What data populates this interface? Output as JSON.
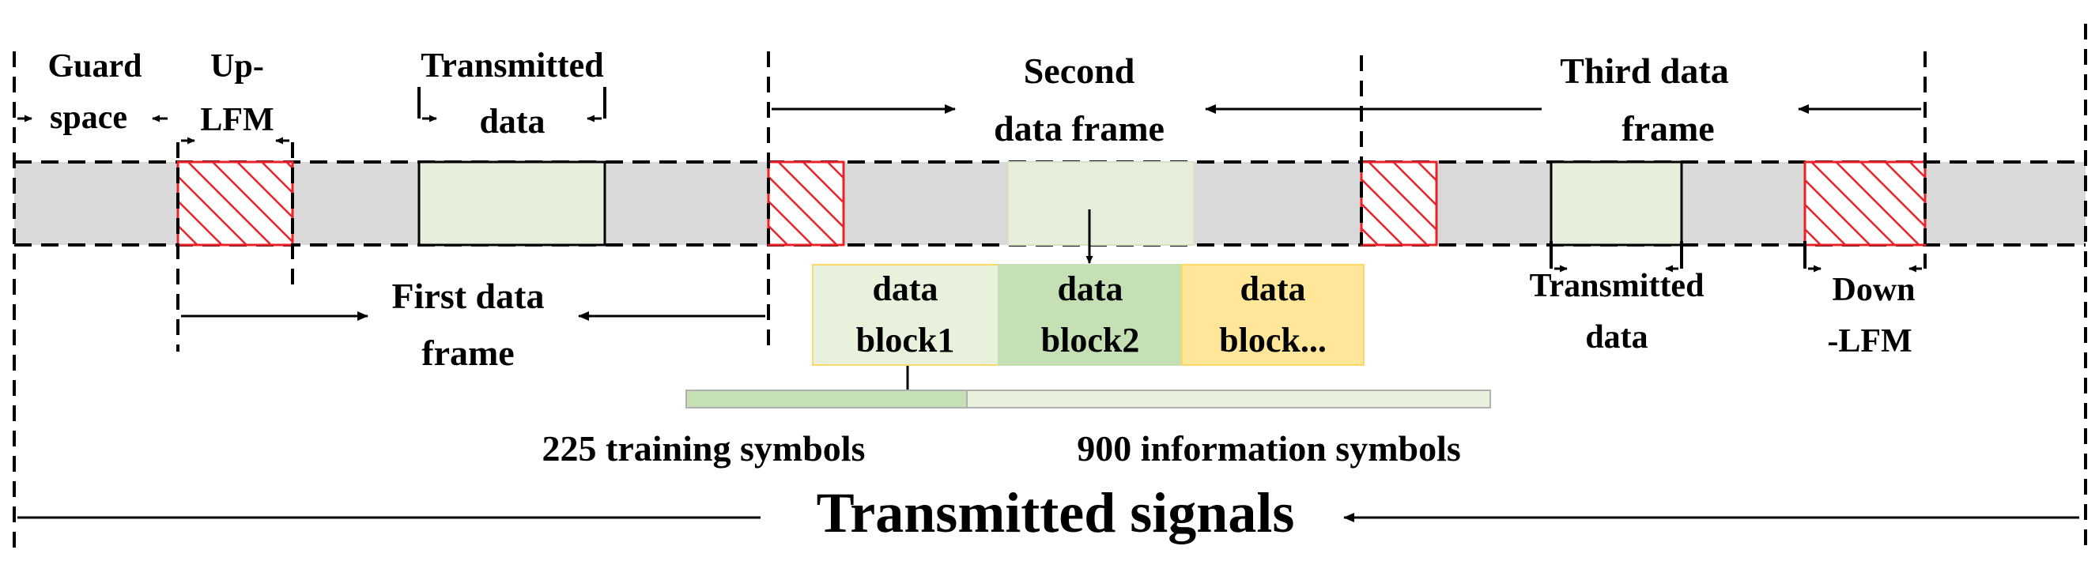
{
  "diagram": {
    "labels": {
      "guard_space_1": "Guard",
      "guard_space_2": "space",
      "up_lfm_1": "Up-",
      "up_lfm_2": "LFM",
      "transmitted_data_top_1": "Transmitted",
      "transmitted_data_top_2": "data",
      "second_frame_1": "Second",
      "second_frame_2": "data frame",
      "third_frame_1": "Third data",
      "third_frame_2": "frame",
      "first_frame_1": "First data",
      "first_frame_2": "frame",
      "transmitted_data_bottom_1": "Transmitted",
      "transmitted_data_bottom_2": "data",
      "down_lfm_1": "Down",
      "down_lfm_2": "-LFM",
      "training_symbols": "225 training symbols",
      "information_symbols": "900 information symbols",
      "transmitted_signals": "Transmitted signals"
    },
    "blocks": {
      "block1_line1": "data",
      "block1_line2": "block1",
      "block2_line1": "data",
      "block2_line2": "block2",
      "block3_line1": "data",
      "block3_line2": "block..."
    },
    "colors": {
      "signal_band": "#d9d9d9",
      "data_fill": "#e6efdc",
      "lfm_hatch": "#e8232a",
      "block1_fill": "#e8f1dc",
      "block2_fill": "#c5e0b4",
      "block3_fill": "#ffe699",
      "training_bar": "#c5e0b4",
      "info_bar": "#e8f1dc"
    }
  }
}
